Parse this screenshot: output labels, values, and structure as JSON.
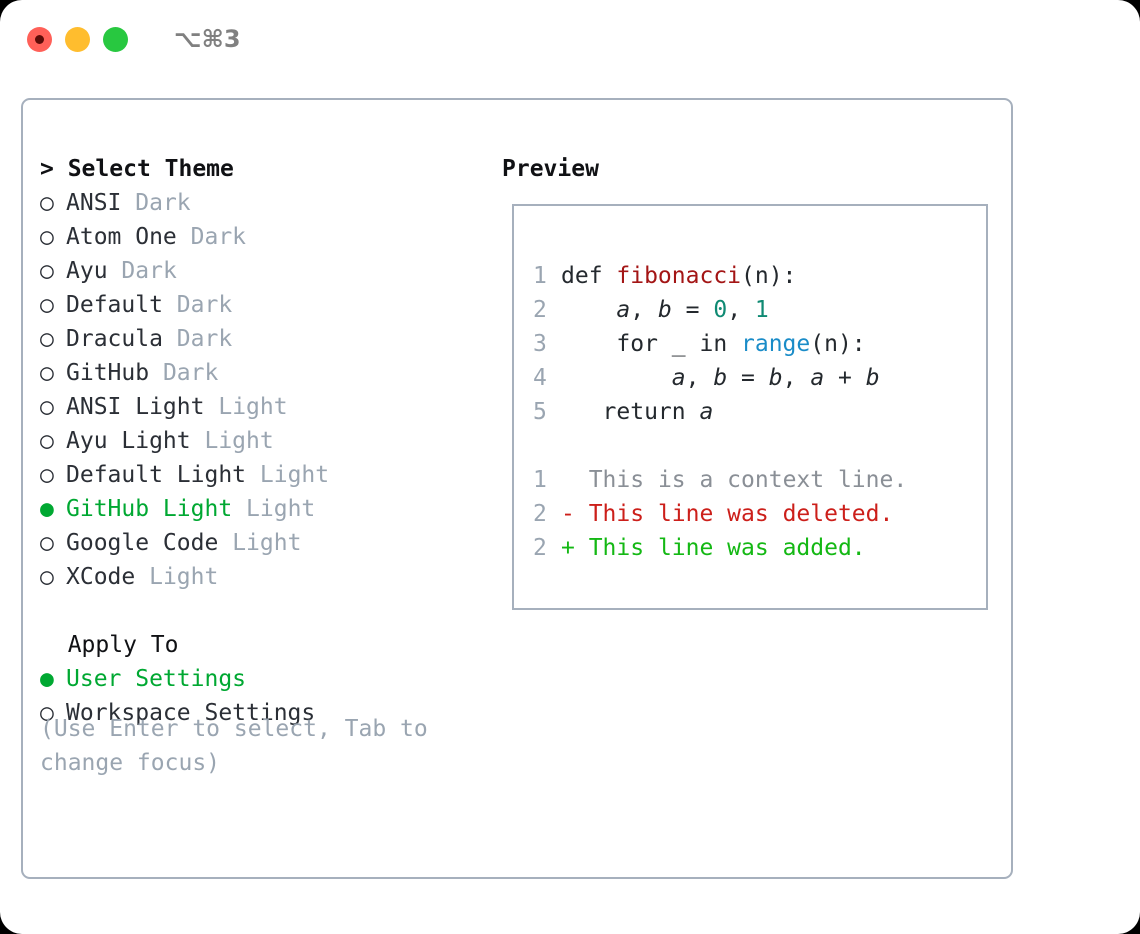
{
  "titlebar": {
    "shortcut": "⌥⌘3",
    "lights": [
      {
        "name": "close",
        "color": "#ff6058"
      },
      {
        "name": "minimize",
        "color": "#ffbd2e"
      },
      {
        "name": "maximize",
        "color": "#28c840"
      }
    ]
  },
  "colors": {
    "selected_green": "#00a832",
    "muted_gray": "#9aa5b1",
    "border": "#a6b0bd",
    "text": "#2b2f36",
    "diff_add": "#14b814",
    "diff_del": "#cc1f1a",
    "diff_context": "#8a8f96",
    "syntax_function": "#a31515",
    "syntax_number": "#0f8a73",
    "syntax_builtin": "#1a8cc8"
  },
  "theme_section": {
    "header": "Select Theme",
    "header_prefix": "> ",
    "focused": true,
    "bullet_on": "●",
    "bullet_off": "○",
    "items": [
      {
        "name": "ANSI",
        "variant": "Dark",
        "selected": false
      },
      {
        "name": "Atom One",
        "variant": "Dark",
        "selected": false
      },
      {
        "name": "Ayu",
        "variant": "Dark",
        "selected": false
      },
      {
        "name": "Default",
        "variant": "Dark",
        "selected": false
      },
      {
        "name": "Dracula",
        "variant": "Dark",
        "selected": false
      },
      {
        "name": "GitHub",
        "variant": "Dark",
        "selected": false
      },
      {
        "name": "ANSI Light",
        "variant": "Light",
        "selected": false
      },
      {
        "name": "Ayu Light",
        "variant": "Light",
        "selected": false
      },
      {
        "name": "Default Light",
        "variant": "Light",
        "selected": false
      },
      {
        "name": "GitHub Light",
        "variant": "Light",
        "selected": true
      },
      {
        "name": "Google Code",
        "variant": "Light",
        "selected": false
      },
      {
        "name": "XCode",
        "variant": "Light",
        "selected": false
      }
    ]
  },
  "apply_section": {
    "header": "Apply To",
    "header_indent": "  ",
    "focused": false,
    "items": [
      {
        "name": "User Settings",
        "selected": true
      },
      {
        "name": "Workspace Settings",
        "selected": false
      }
    ]
  },
  "hint": "(Use Enter to select, Tab to change focus)",
  "preview": {
    "title": "Preview",
    "code_lines": [
      {
        "num": "1",
        "tokens": [
          {
            "text": "def ",
            "style": "plain"
          },
          {
            "text": "fibonacci",
            "style": "func"
          },
          {
            "text": "(n):",
            "style": "plain"
          }
        ]
      },
      {
        "num": "2",
        "tokens": [
          {
            "text": "    ",
            "style": "plain"
          },
          {
            "text": "a",
            "style": "var"
          },
          {
            "text": ", ",
            "style": "plain"
          },
          {
            "text": "b",
            "style": "var"
          },
          {
            "text": " = ",
            "style": "plain"
          },
          {
            "text": "0",
            "style": "num"
          },
          {
            "text": ", ",
            "style": "plain"
          },
          {
            "text": "1",
            "style": "num"
          }
        ]
      },
      {
        "num": "3",
        "tokens": [
          {
            "text": "    for _ in ",
            "style": "plain"
          },
          {
            "text": "range",
            "style": "builtin"
          },
          {
            "text": "(n):",
            "style": "plain"
          }
        ]
      },
      {
        "num": "4",
        "tokens": [
          {
            "text": "        ",
            "style": "plain"
          },
          {
            "text": "a",
            "style": "var"
          },
          {
            "text": ", ",
            "style": "plain"
          },
          {
            "text": "b",
            "style": "var"
          },
          {
            "text": " = ",
            "style": "plain"
          },
          {
            "text": "b",
            "style": "var"
          },
          {
            "text": ", ",
            "style": "plain"
          },
          {
            "text": "a",
            "style": "var"
          },
          {
            "text": " + ",
            "style": "plain"
          },
          {
            "text": "b",
            "style": "var"
          }
        ]
      },
      {
        "num": "5",
        "tokens": [
          {
            "text": "   return ",
            "style": "plain"
          },
          {
            "text": "a",
            "style": "var"
          }
        ]
      }
    ],
    "diff_lines": [
      {
        "num": "1",
        "marker": " ",
        "text": " This is a context line.",
        "kind": "context"
      },
      {
        "num": "2",
        "marker": "-",
        "text": " This line was deleted.",
        "kind": "delete"
      },
      {
        "num": "2",
        "marker": "+",
        "text": " This line was added.",
        "kind": "add"
      }
    ]
  }
}
